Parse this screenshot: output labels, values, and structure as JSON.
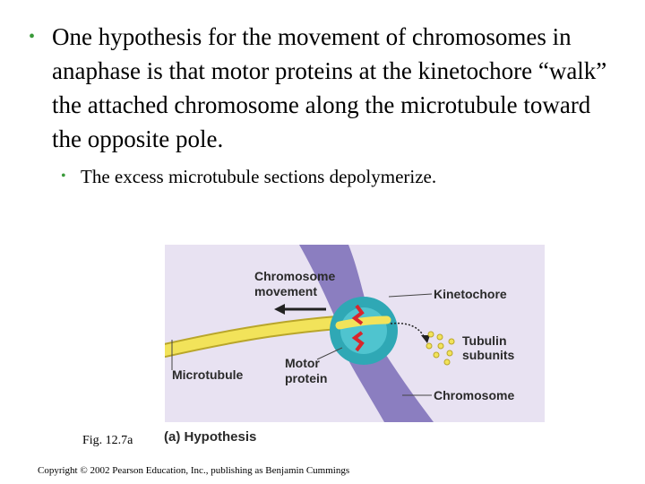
{
  "slide": {
    "bullet_main": "One hypothesis for the movement of chromosomes in anaphase is that motor proteins at the kinetochore “walk” the attached chromosome along the microtubule toward the opposite pole.",
    "bullet_sub": "The excess microtubule sections depolymerize.",
    "bullet_glyph": "•",
    "fig_label": "Fig. 12.7a",
    "copyright": "Copyright © 2002 Pearson Education, Inc., publishing as Benjamin Cummings"
  },
  "diagram": {
    "labels": {
      "chromosome_movement_1": "Chromosome",
      "chromosome_movement_2": "movement",
      "kinetochore": "Kinetochore",
      "tubulin_1": "Tubulin",
      "tubulin_2": "subunits",
      "microtubule": "Microtubule",
      "motor_1": "Motor",
      "motor_2": "protein",
      "chromosome": "Chromosome"
    },
    "caption": "(a) Hypothesis",
    "colors": {
      "background": "#e8e2f2",
      "chromosome": "#8b7ec0",
      "kinetochore": "#2fa8b5",
      "microtubule": "#f2e35a",
      "motor_protein": "#d8262c",
      "bullet": "#3a9a3a"
    }
  }
}
